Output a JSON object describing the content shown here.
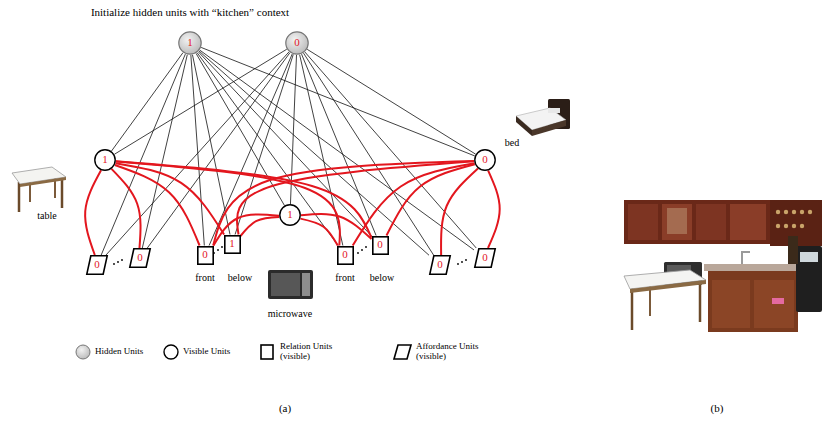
{
  "diagram": {
    "title": "Initialize hidden units with “kitchen” context",
    "nodes": [
      {
        "text": [
          "1"
        ]
      },
      {
        "text": [
          "0"
        ]
      },
      {
        "text": [
          "1"
        ]
      },
      {
        "text": [
          "0"
        ]
      },
      {
        "text": [
          "1"
        ]
      },
      {
        "text": [
          "0"
        ]
      },
      {
        "text": [
          "0"
        ]
      },
      {
        "text": [
          "0"
        ]
      },
      {
        "text": [
          "1"
        ]
      },
      {
        "text": [
          "0"
        ]
      },
      {
        "text": [
          "0"
        ]
      },
      {
        "text": [
          "0"
        ]
      },
      {
        "text": [
          "0"
        ]
      }
    ],
    "edges": [
      {
        "from": 0,
        "to": 2,
        "arrow": "none"
      },
      {
        "from": 0,
        "to": 3,
        "arrow": "none"
      },
      {
        "from": 0,
        "to": 4,
        "arrow": "none"
      },
      {
        "from": 0,
        "to": 5,
        "arrow": "none"
      },
      {
        "from": 0,
        "to": 6,
        "arrow": "none"
      },
      {
        "from": 0,
        "to": 7,
        "arrow": "none"
      },
      {
        "from": 0,
        "to": 8,
        "arrow": "none"
      },
      {
        "from": 0,
        "to": 9,
        "arrow": "none"
      },
      {
        "from": 0,
        "to": 10,
        "arrow": "none"
      },
      {
        "from": 0,
        "to": 11,
        "arrow": "none"
      },
      {
        "from": 0,
        "to": 12,
        "arrow": "none"
      },
      {
        "from": 1,
        "to": 2,
        "arrow": "none"
      },
      {
        "from": 1,
        "to": 3,
        "arrow": "none"
      },
      {
        "from": 1,
        "to": 4,
        "arrow": "none"
      },
      {
        "from": 1,
        "to": 5,
        "arrow": "none"
      },
      {
        "from": 1,
        "to": 6,
        "arrow": "none"
      },
      {
        "from": 1,
        "to": 7,
        "arrow": "none"
      },
      {
        "from": 1,
        "to": 8,
        "arrow": "none"
      },
      {
        "from": 1,
        "to": 9,
        "arrow": "none"
      },
      {
        "from": 1,
        "to": 10,
        "arrow": "none"
      },
      {
        "from": 1,
        "to": 11,
        "arrow": "none"
      },
      {
        "from": 1,
        "to": 12,
        "arrow": "none"
      },
      {
        "from": 2,
        "to": 5,
        "arrow": "none"
      },
      {
        "from": 2,
        "to": 6,
        "arrow": "none"
      },
      {
        "from": 2,
        "to": 7,
        "arrow": "none"
      },
      {
        "from": 2,
        "to": 8,
        "arrow": "none"
      },
      {
        "from": 2,
        "to": 9,
        "arrow": "none"
      },
      {
        "from": 2,
        "to": 10,
        "arrow": "none"
      },
      {
        "from": 3,
        "to": 7,
        "arrow": "none"
      },
      {
        "from": 3,
        "to": 8,
        "arrow": "none"
      },
      {
        "from": 3,
        "to": 9,
        "arrow": "none"
      },
      {
        "from": 3,
        "to": 10,
        "arrow": "none"
      },
      {
        "from": 3,
        "to": 11,
        "arrow": "none"
      },
      {
        "from": 3,
        "to": 12,
        "arrow": "none"
      },
      {
        "from": 4,
        "to": 7,
        "arrow": "none"
      },
      {
        "from": 4,
        "to": 8,
        "arrow": "none"
      },
      {
        "from": 4,
        "to": 9,
        "arrow": "none"
      },
      {
        "from": 4,
        "to": 10,
        "arrow": "none"
      }
    ],
    "labels": [
      "table",
      "bed",
      "microwave",
      "front",
      "below",
      "front",
      "below",
      "(a)",
      "(b)"
    ],
    "legend": [
      {
        "text": "Hidden Units"
      },
      {
        "text": "Visible Units"
      },
      {
        "text": "Relation Units (visible)"
      },
      {
        "text": "Affordance Units (visible)"
      }
    ]
  }
}
